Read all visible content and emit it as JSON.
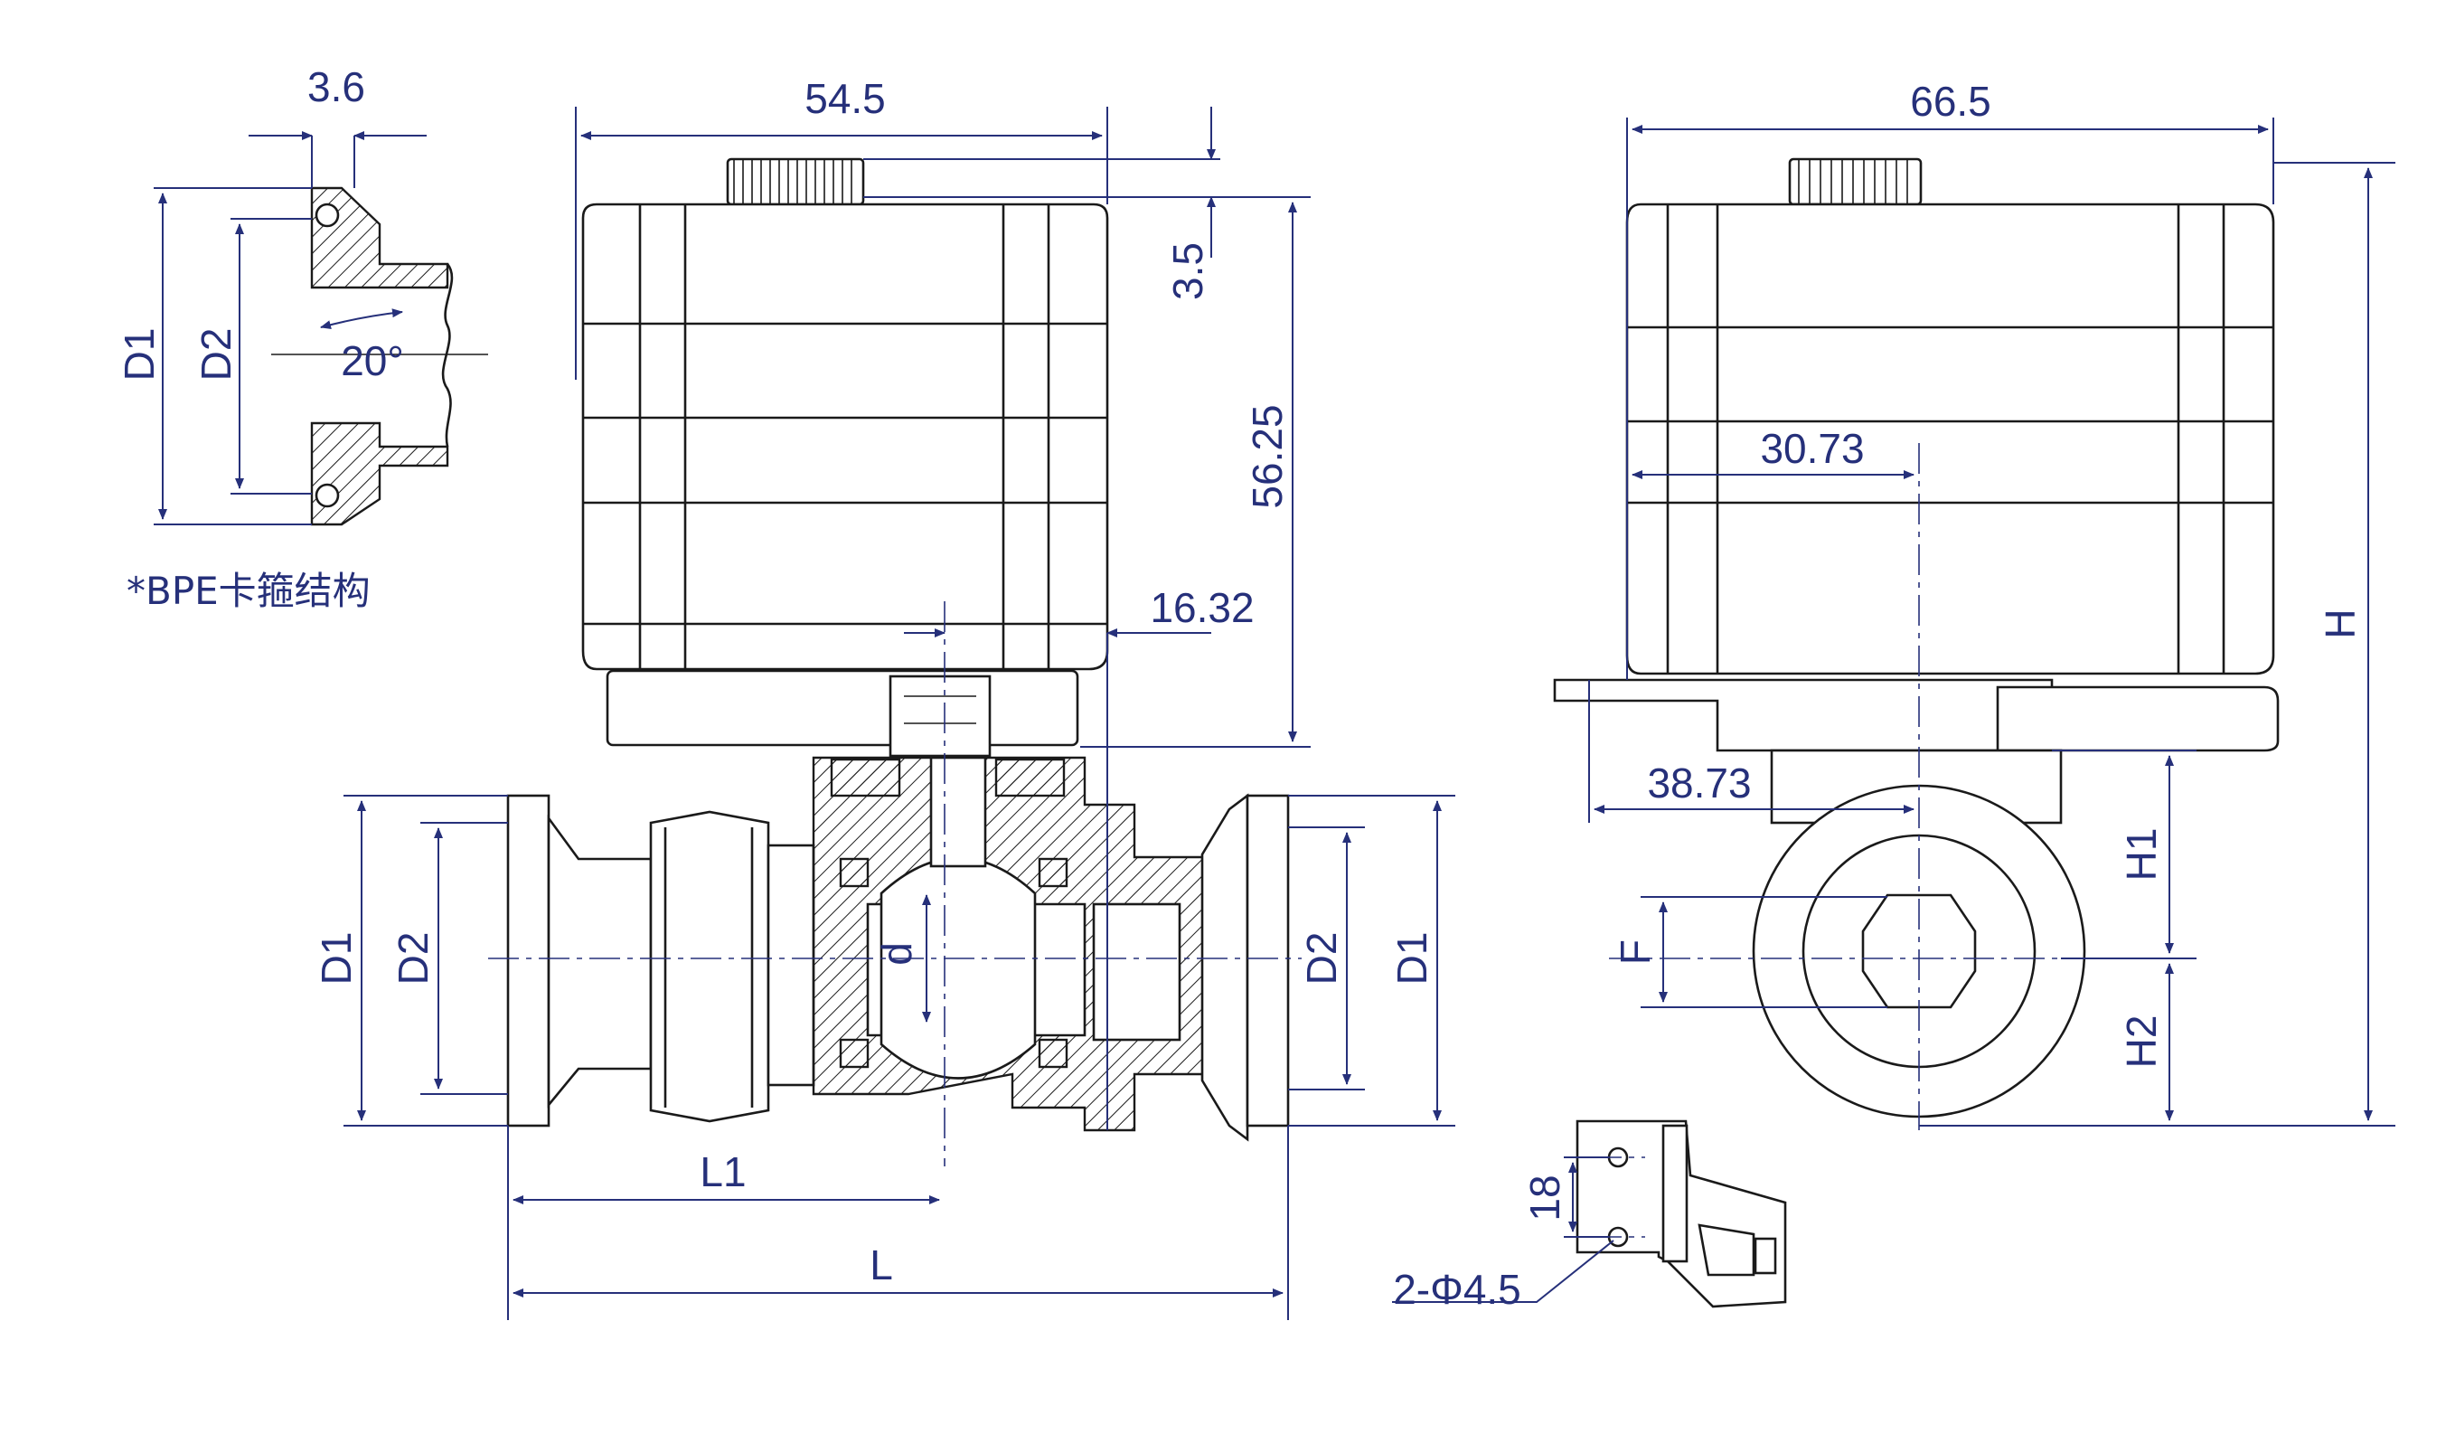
{
  "dims": {
    "flange_thickness": "3.6",
    "actuator_width": "54.5",
    "actuator_depth": "66.5",
    "knob_height": "3.5",
    "actuator_height": "56.25",
    "stem_offset": "16.32",
    "stem_center_depth": "30.73",
    "bracket_offset": "38.73",
    "angle": "20°",
    "d1": "D1",
    "d2": "D2",
    "bore": "d",
    "l1": "L1",
    "length": "L",
    "height": "H",
    "h1": "H1",
    "h2": "H2",
    "square": "F",
    "hole_spacing": "18",
    "holes": "2-Φ4.5"
  },
  "note": "*BPE卡箍结构",
  "colors": {
    "dimension": "#26307a",
    "outline": "#1a1a1a"
  }
}
